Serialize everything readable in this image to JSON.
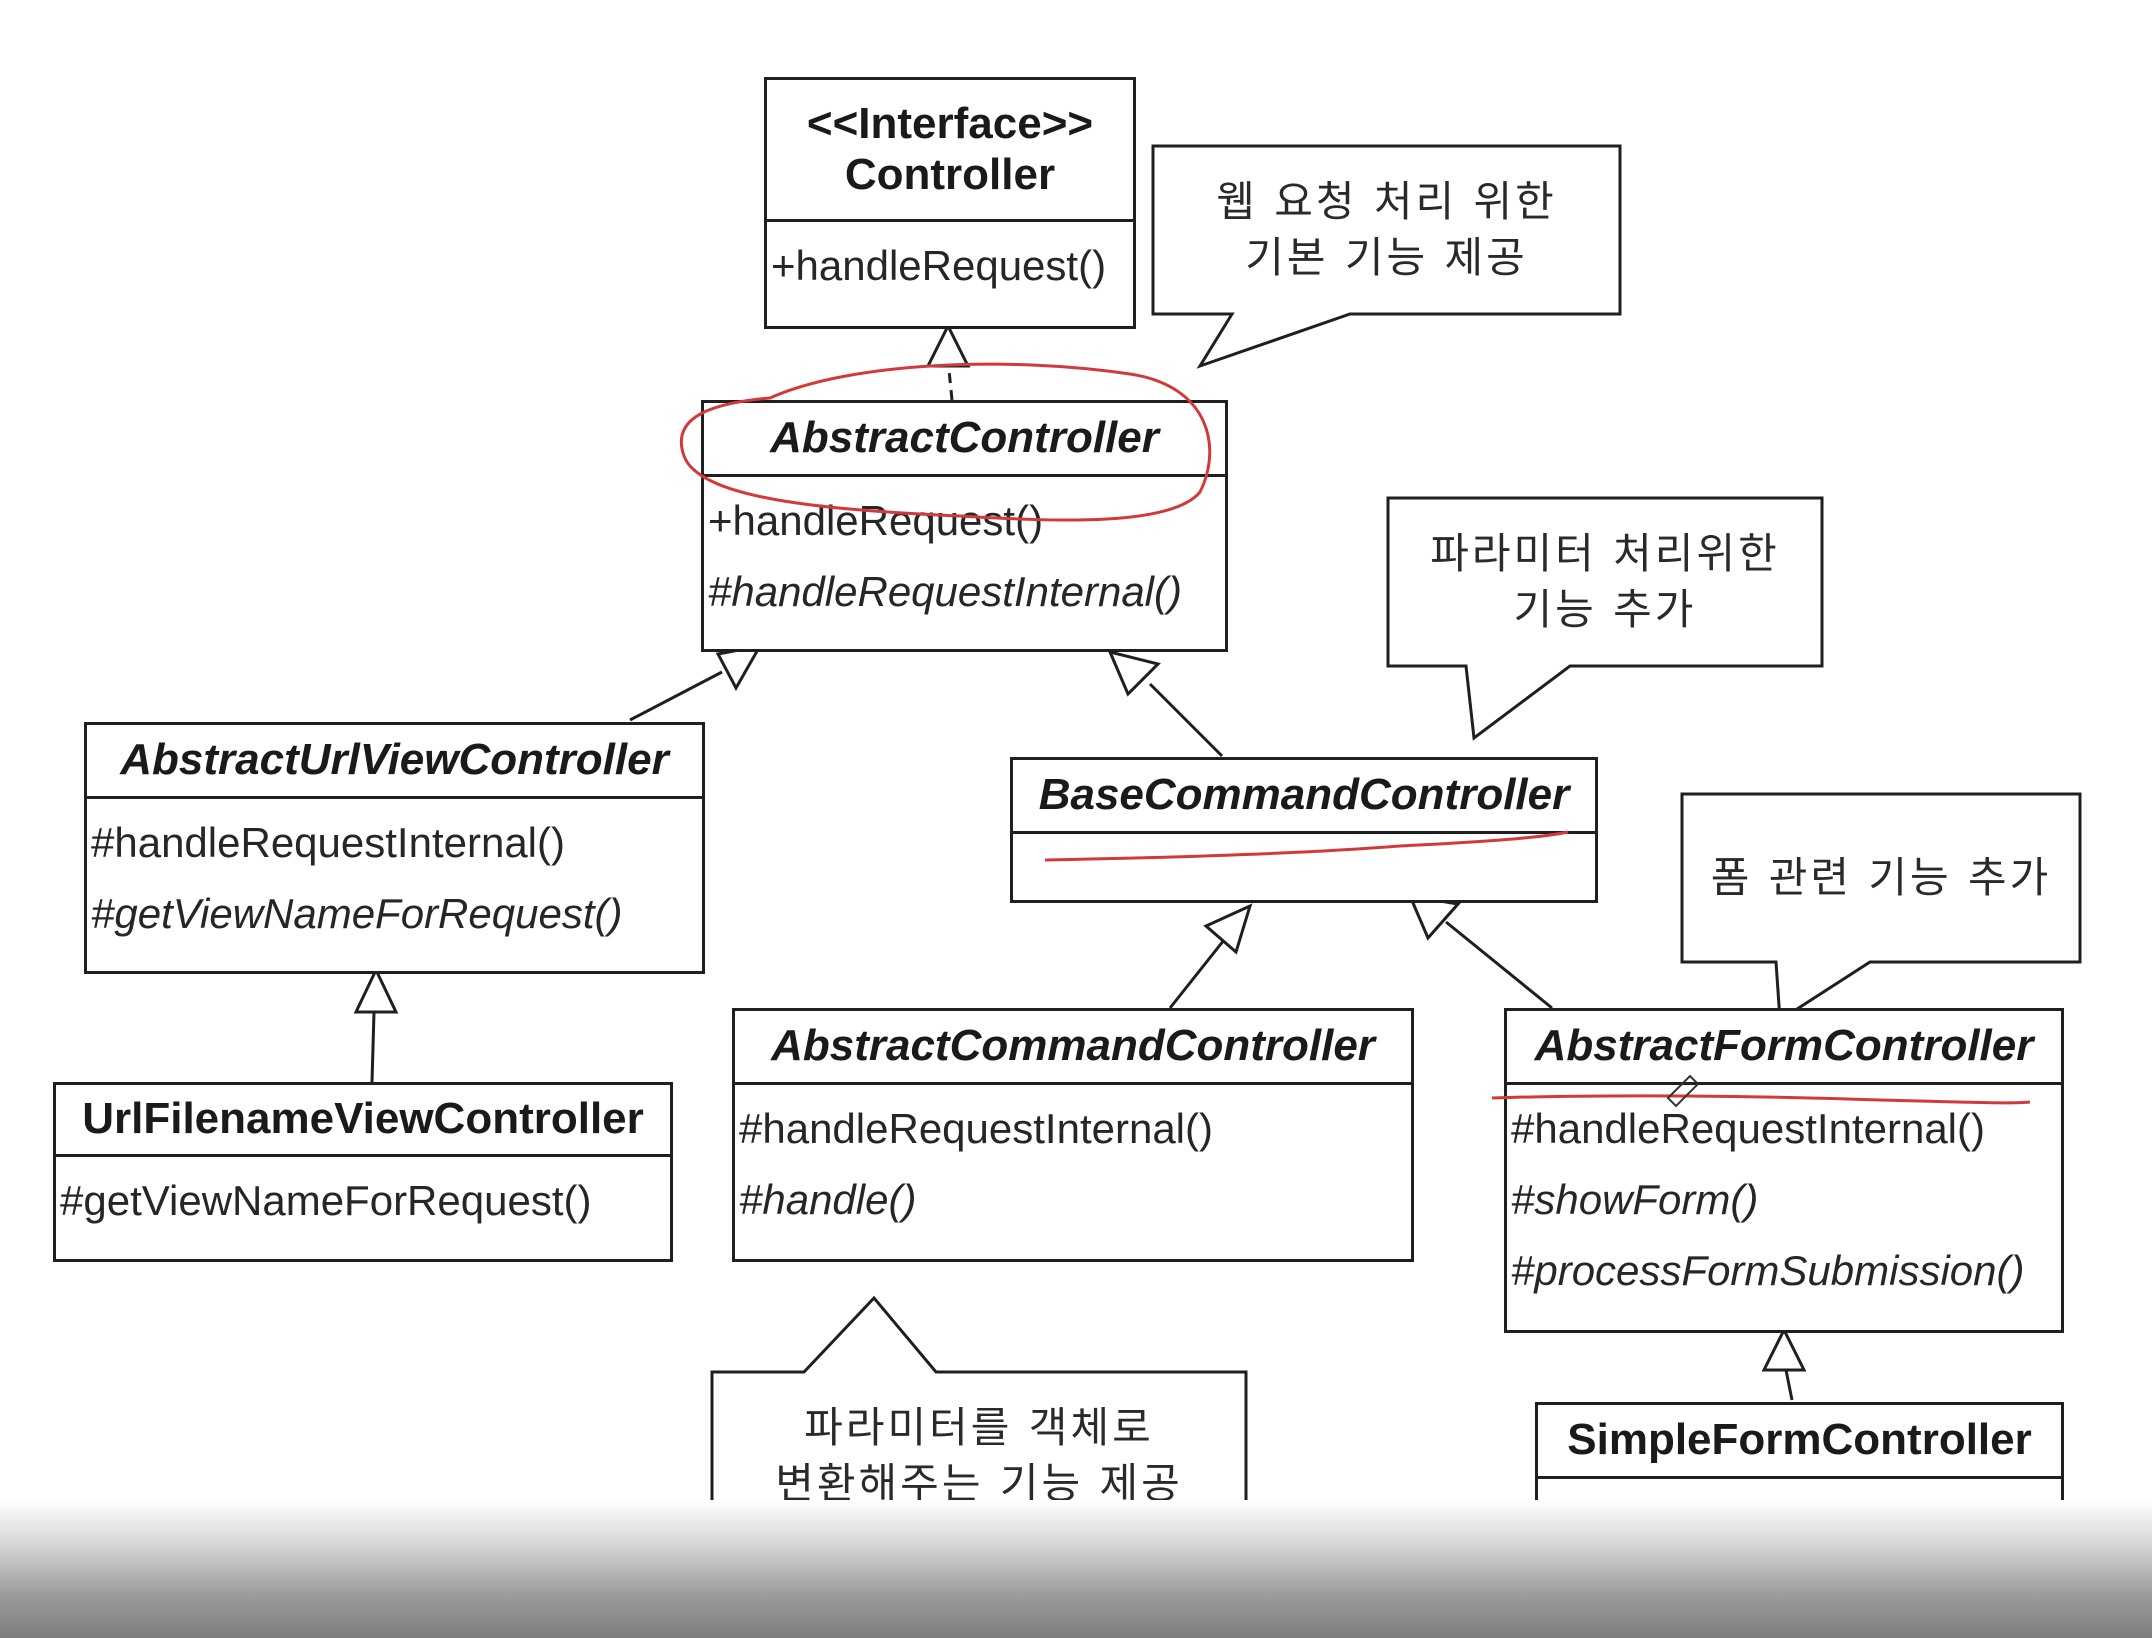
{
  "classes": {
    "controller": {
      "stereotype": "<<Interface>>",
      "name": "Controller",
      "operations": [
        {
          "text": "+handleRequest()",
          "italic": false
        }
      ]
    },
    "abstract_controller": {
      "name": "AbstractController",
      "operations": [
        {
          "text": "+handleRequest()",
          "italic": false
        },
        {
          "text": "#handleRequestInternal()",
          "italic": true
        }
      ]
    },
    "abstract_url_view_controller": {
      "name": "AbstractUrlViewController",
      "operations": [
        {
          "text": "#handleRequestInternal()",
          "italic": false
        },
        {
          "text": "#getViewNameForRequest()",
          "italic": true
        }
      ]
    },
    "url_filename_view_controller": {
      "name": "UrlFilenameViewController",
      "operations": [
        {
          "text": "#getViewNameForRequest()",
          "italic": false
        }
      ]
    },
    "base_command_controller": {
      "name": "BaseCommandController",
      "operations": []
    },
    "abstract_command_controller": {
      "name": "AbstractCommandController",
      "operations": [
        {
          "text": "#handleRequestInternal()",
          "italic": false
        },
        {
          "text": "#handle()",
          "italic": true
        }
      ]
    },
    "abstract_form_controller": {
      "name": "AbstractFormController",
      "operations": [
        {
          "text": "#handleRequestInternal()",
          "italic": false
        },
        {
          "text": "#showForm()",
          "italic": true
        },
        {
          "text": "#processFormSubmission()",
          "italic": true
        }
      ]
    },
    "simple_form_controller": {
      "name": "SimpleFormController",
      "operations": []
    }
  },
  "notes": {
    "web_request": [
      "웹 요청 처리 위한",
      "기본 기능 제공"
    ],
    "parameter_handling": [
      "파라미터 처리위한",
      "기능 추가"
    ],
    "form_features": [
      "폼 관련 기능 추가"
    ],
    "parameter_to_object": [
      "파라미터를 객체로",
      "변환해주는 기능 제공"
    ]
  },
  "annotation_color": "#d23a3a",
  "line_color": "#1f1f1f"
}
